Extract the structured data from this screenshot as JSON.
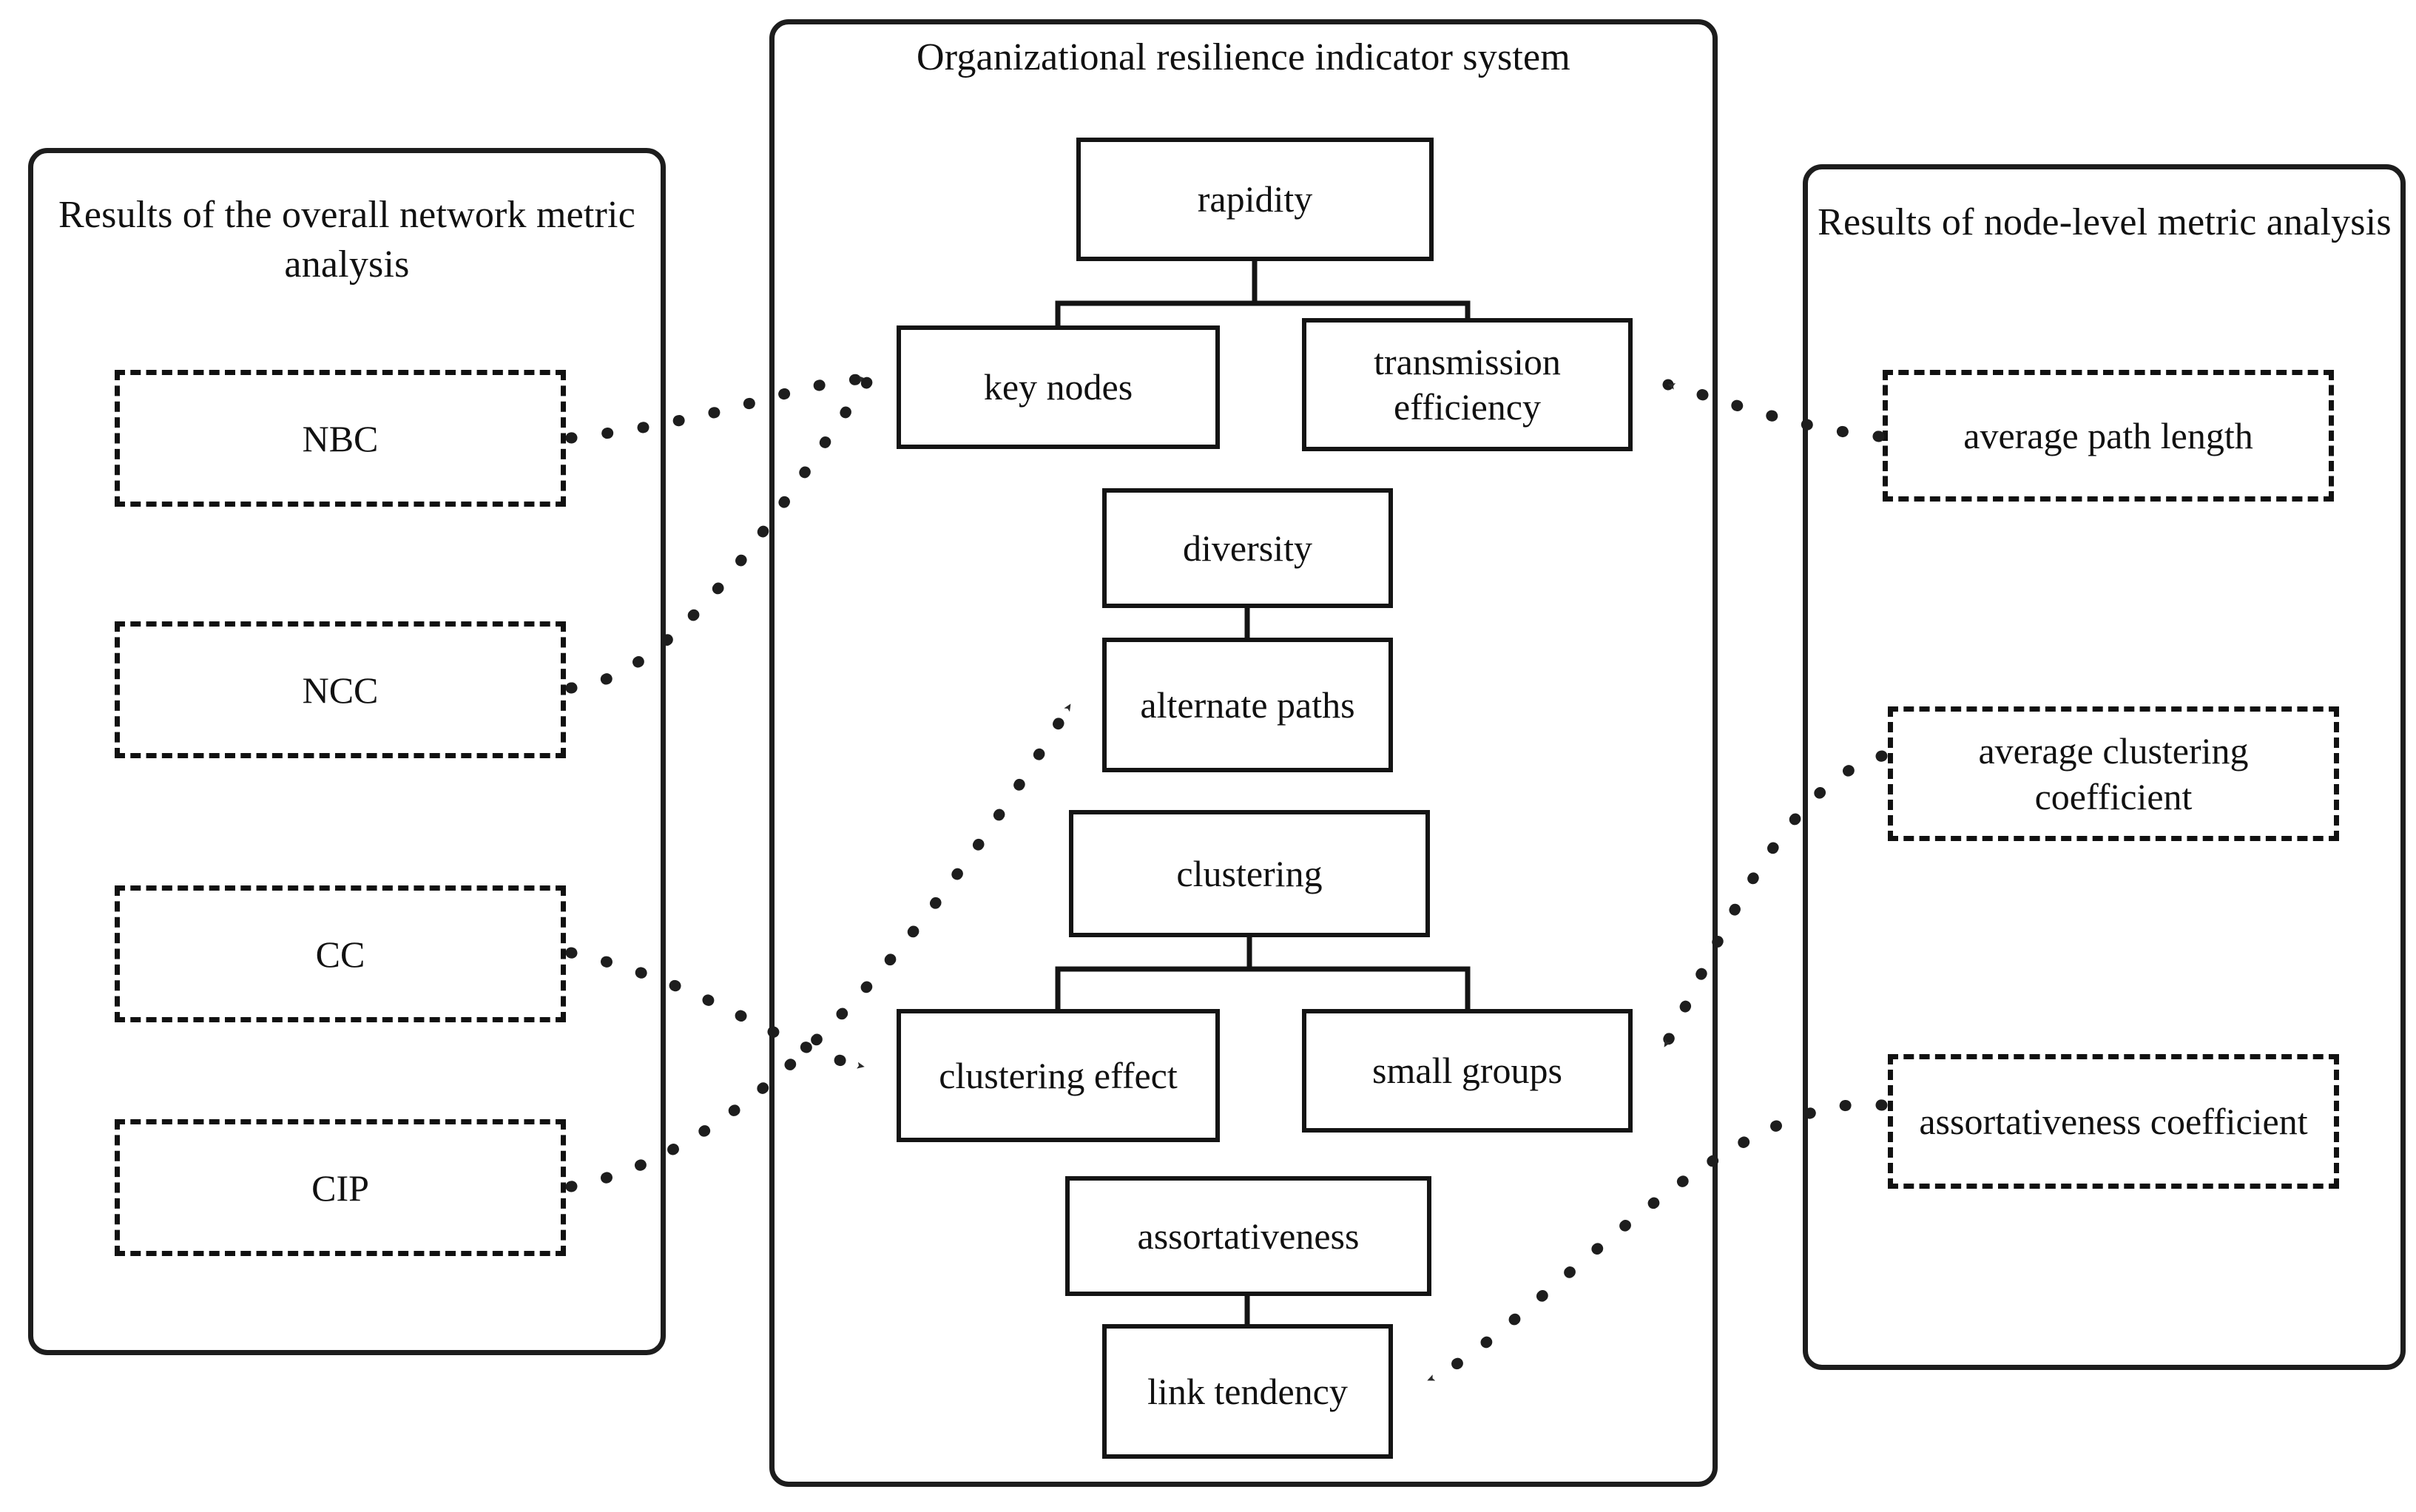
{
  "figure": {
    "type": "block-diagram",
    "background": "#ffffff",
    "line_color": "#141414"
  },
  "left_panel": {
    "title": "Results of the overall network metric analysis",
    "items": [
      {
        "label": "NBC"
      },
      {
        "label": "NCC"
      },
      {
        "label": "CC"
      },
      {
        "label": "CIP"
      }
    ]
  },
  "center_panel": {
    "title": "Organizational resilience indicator system",
    "groups": [
      {
        "parent": "rapidity",
        "children": [
          "key nodes",
          "transmission efficiency"
        ]
      },
      {
        "parent": "diversity",
        "children": [
          "alternate paths"
        ]
      },
      {
        "parent": "clustering",
        "children": [
          "clustering effect",
          "small groups"
        ]
      },
      {
        "parent": "assortativeness",
        "children": [
          "link tendency"
        ]
      }
    ]
  },
  "right_panel": {
    "title": "Results of node-level metric analysis",
    "items": [
      {
        "label": "average path length"
      },
      {
        "label": "average clustering coefficient"
      },
      {
        "label": "assortativeness coefficient"
      }
    ]
  },
  "links": [
    {
      "from": "NBC",
      "to": "key nodes"
    },
    {
      "from": "NCC",
      "to": "key nodes"
    },
    {
      "from": "CC",
      "to": "clustering effect"
    },
    {
      "from": "CIP",
      "to": "alternate paths"
    },
    {
      "from": "average path length",
      "to": "transmission efficiency"
    },
    {
      "from": "average clustering coefficient",
      "to": "small groups"
    },
    {
      "from": "assortativeness coefficient",
      "to": "link tendency"
    }
  ]
}
